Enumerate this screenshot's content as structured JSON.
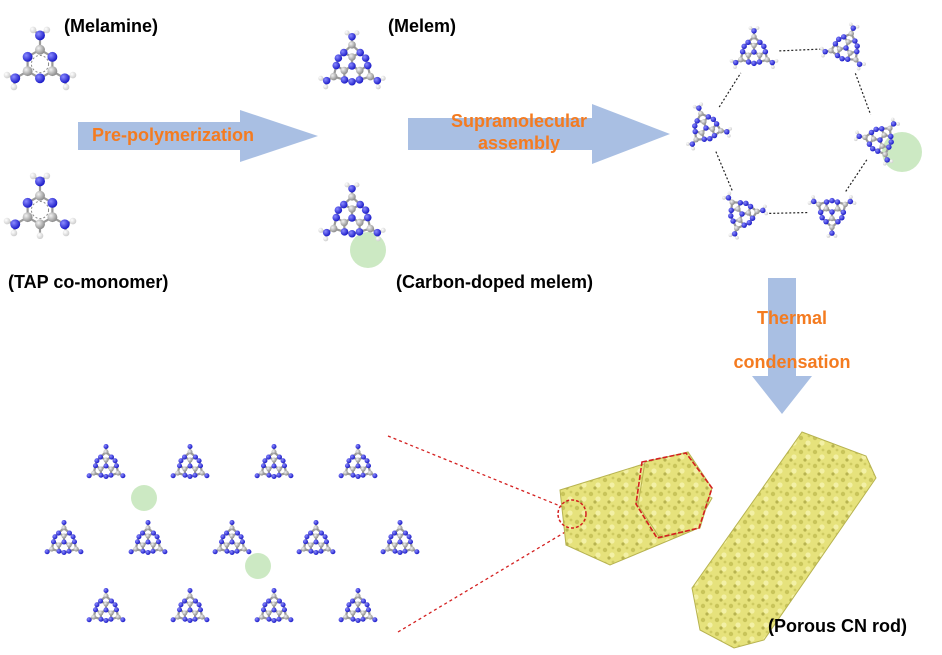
{
  "labels": {
    "melamine": "(Melamine)",
    "melem": "(Melem)",
    "tap": "(TAP co-monomer)",
    "carbon_doped_melem": "(Carbon-doped melem)",
    "porous_rod": "(Porous CN rod)"
  },
  "steps": {
    "pre_polymerization": "Pre-polymerization",
    "supramolecular_line1": "Supramolecular",
    "supramolecular_line2": "assembly",
    "thermal_line1": "Thermal",
    "thermal_line2": "condensation"
  },
  "colors": {
    "nitrogen": "#2a2ad8",
    "carbon": "#b4b4b4",
    "hydrogen": "#f4f4f4",
    "arrow": "#a9bfe3",
    "step_text": "#f47b20",
    "highlight": "#bfe3b4",
    "rod": "#e4e07a",
    "zoom_line": "#d42020"
  }
}
